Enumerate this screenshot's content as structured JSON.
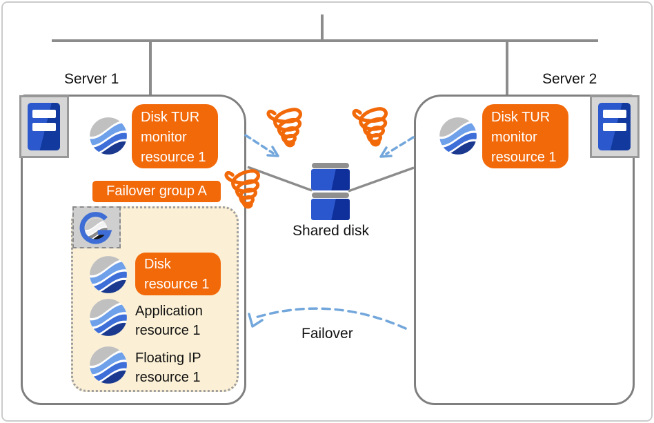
{
  "colors": {
    "accent_orange": "#F2690A",
    "line_gray": "#8C8C8C",
    "box_border": "#7F7F7F",
    "arrow_blue": "#73A7DB",
    "group_fill": "#FBF0D5",
    "group_border": "#9E9E9E",
    "icon_frame_fill": "#D6D6D6",
    "icon_frame_border": "#989898",
    "server_blue": "#2B59CD",
    "server_blue_dark": "#123A9E",
    "disk_blue": "#2B57CE",
    "disk_blue_dark": "#0F309B",
    "disk_cap_gray": "#8F8F8F",
    "wave_gray": "#C0C0C0",
    "wave_blue_light": "#6FA0EA",
    "wave_blue_mid": "#3E6ED8",
    "wave_blue_dark": "#1B3A8F",
    "g_blue": "#3E6ED5",
    "text_black": "#111111"
  },
  "server1": {
    "name": "Server 1",
    "monitor_label_lines": [
      "Disk TUR",
      "monitor",
      "resource 1"
    ],
    "group": {
      "label": "Failover group A",
      "disk_resource_lines": [
        "Disk",
        "resource 1"
      ],
      "app_resource_lines": [
        "Application",
        "resource 1"
      ],
      "fip_resource_lines": [
        "Floating IP",
        "resource 1"
      ]
    }
  },
  "server2": {
    "name": "Server 2",
    "monitor_label_lines": [
      "Disk TUR",
      "monitor",
      "resource 1"
    ]
  },
  "shared_disk_label": "Shared disk",
  "failover_label": "Failover",
  "icons": {
    "server": "server-tower-icon",
    "resource": "wave-sphere-icon",
    "group": "group-g-icon",
    "failure": "tornado-failure-icon",
    "arrows": "dashed-blue-arrow"
  }
}
